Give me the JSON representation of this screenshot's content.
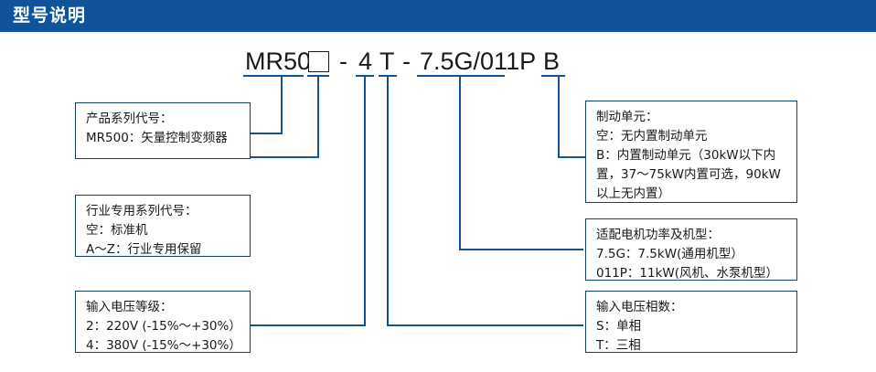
{
  "header": {
    "title": "型号说明",
    "bar_color": "#11539b",
    "text_color": "#ffffff"
  },
  "colors": {
    "leader_line": "#11539b",
    "box_border": "#12427e",
    "text": "#1a1a1a",
    "background": "#ffffff"
  },
  "model_code": {
    "full": "MR500 □ - 4 T - 7.5G/011P B",
    "segments": [
      {
        "id": "series",
        "label": "MR500"
      },
      {
        "id": "industry",
        "label": "□"
      },
      {
        "id": "dash1",
        "label": "-"
      },
      {
        "id": "voltage",
        "label": "4"
      },
      {
        "id": "phase",
        "label": "T"
      },
      {
        "id": "dash2",
        "label": "-"
      },
      {
        "id": "power",
        "label": "7.5G/011P"
      },
      {
        "id": "braking",
        "label": "B"
      }
    ]
  },
  "boxes": {
    "product_series": {
      "lines": [
        "产品系列代号：",
        "MR500：矢量控制变频器"
      ]
    },
    "industry_series": {
      "lines": [
        "行业专用系列代号：",
        "空：标准机",
        "A～Z：行业专用保留"
      ]
    },
    "input_voltage_level": {
      "lines": [
        "输入电压等级：",
        "2：220V (-15%～+30%）",
        "4：380V (-15%～+30%）"
      ]
    },
    "braking_unit": {
      "lines": [
        "制动单元：",
        "空：无内置制动单元",
        "B：内置制动单元（30kW以下内置，37～75kW内置可选，90kW以上无内置）"
      ]
    },
    "motor_power": {
      "lines": [
        "适配电机功率及机型：",
        "7.5G：7.5kW(通用机型）",
        "011P：11kW(风机、水泵机型）"
      ]
    },
    "input_phases": {
      "lines": [
        "输入电压相数：",
        "S：单相",
        "T：三相"
      ]
    }
  }
}
